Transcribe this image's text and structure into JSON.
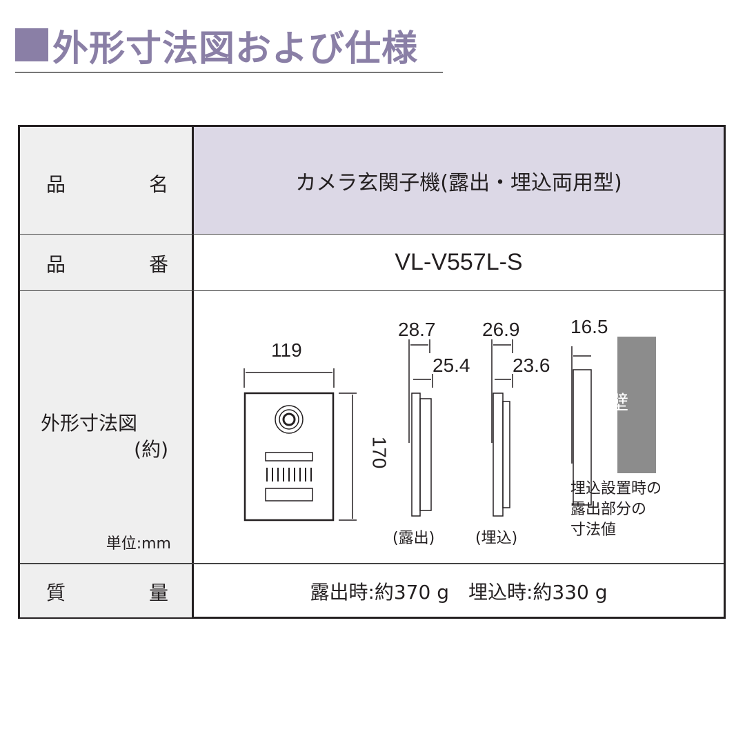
{
  "header": {
    "title": "外形寸法図および仕様"
  },
  "table": {
    "rows": [
      {
        "label_left": "品",
        "label_right": "名",
        "value": "カメラ玄関子機(露出・埋込両用型)"
      },
      {
        "label_left": "品",
        "label_right": "番",
        "value": "VL-V557L-S"
      },
      {
        "label_line1": "外形寸法図",
        "label_line2": "(約)",
        "unit": "単位:mm"
      },
      {
        "label_left": "質",
        "label_right": "量",
        "value": "露出時:約370 g　埋込時:約330 g"
      }
    ]
  },
  "diagram": {
    "front": {
      "width": "119",
      "height": "170"
    },
    "surface": {
      "total": "28.7",
      "body": "25.4",
      "caption": "(露出)"
    },
    "flush": {
      "total": "26.9",
      "body": "23.6",
      "caption": "(埋込)"
    },
    "exposed": {
      "value": "16.5",
      "wall_label": "壁",
      "note_lines": [
        "埋込設置時の",
        "露出部分の",
        "寸法値"
      ]
    }
  },
  "colors": {
    "accent": "#8a7fa6",
    "header_bg": "#dcd8e6",
    "label_bg": "#efefef",
    "wall": "#8c8c8c"
  }
}
